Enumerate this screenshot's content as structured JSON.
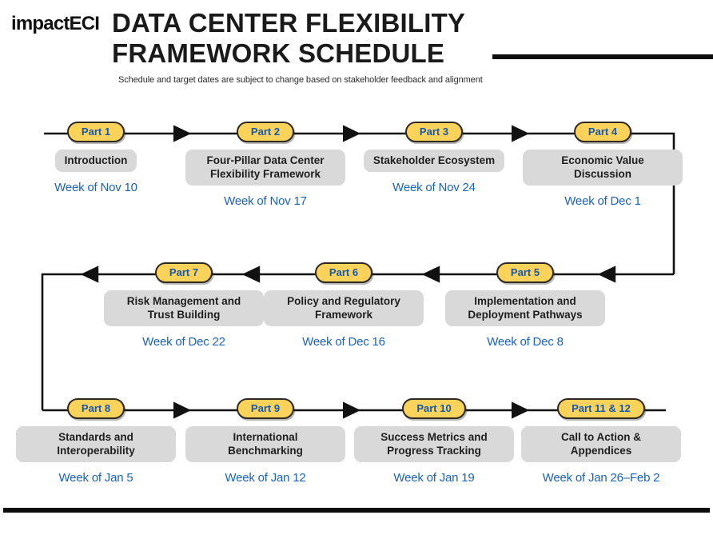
{
  "header": {
    "logo": "impactECI",
    "title_line1": "DATA CENTER FLEXIBILITY",
    "title_line2": "FRAMEWORK SCHEDULE",
    "subtitle": "Schedule and target dates are subject to change based on stakeholder feedback and alignment"
  },
  "colors": {
    "pill_fill": "#FBD35B",
    "pill_border": "#2e2a22",
    "pill_text": "#1558b0",
    "chip_fill": "#d9d9d9",
    "chip_text": "#1f1f1f",
    "date_text": "#1862c4",
    "rule": "#0d0d0d",
    "background": "#ffffff"
  },
  "flow": {
    "rows": [
      {
        "direction": "left-to-right",
        "nodes": [
          {
            "part": "Part 1",
            "topic": "Introduction",
            "date": "Week of Nov 10"
          },
          {
            "part": "Part 2",
            "topic": "Four-Pillar Data Center Flexibility Framework",
            "date": "Week of Nov 17"
          },
          {
            "part": "Part 3",
            "topic": "Stakeholder Ecosystem",
            "date": "Week of Nov 24"
          },
          {
            "part": "Part 4",
            "topic": "Economic Value Discussion",
            "date": "Week of Dec 1"
          }
        ]
      },
      {
        "direction": "right-to-left",
        "nodes": [
          {
            "part": "Part 7",
            "topic": "Risk Management and Trust Building",
            "date": "Week of Dec 22"
          },
          {
            "part": "Part 6",
            "topic": "Policy and Regulatory Framework",
            "date": "Week of Dec 16"
          },
          {
            "part": "Part 5",
            "topic": "Implementation and Deployment Pathways",
            "date": "Week of Dec 8"
          }
        ]
      },
      {
        "direction": "left-to-right",
        "nodes": [
          {
            "part": "Part 8",
            "topic": "Standards and Interoperability",
            "date": "Week of Jan 5"
          },
          {
            "part": "Part 9",
            "topic": "International Benchmarking",
            "date": "Week of Jan 12"
          },
          {
            "part": "Part 10",
            "topic": "Success Metrics and Progress Tracking",
            "date": "Week of Jan 19"
          },
          {
            "part": "Part 11 & 12",
            "topic": "Call to Action & Appendices",
            "date": "Week of Jan 26–Feb 2"
          }
        ]
      }
    ]
  }
}
